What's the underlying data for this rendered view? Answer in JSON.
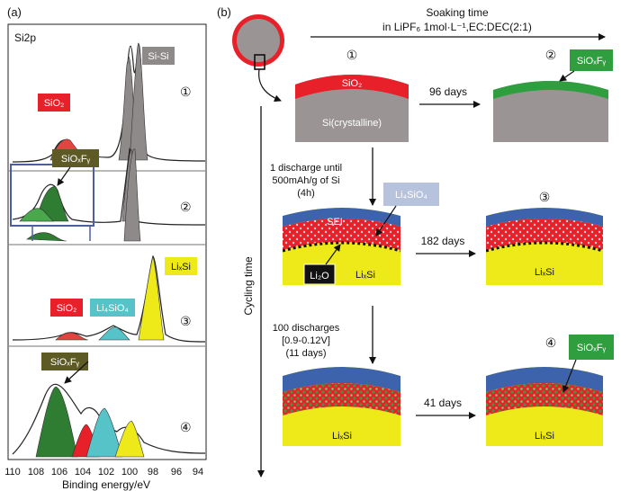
{
  "panel_a": {
    "label": "(a)",
    "spectrum_title": "Si2p",
    "x_axis_label": "Binding energy/eV",
    "x_ticks": [
      "110",
      "108",
      "106",
      "104",
      "102",
      "100",
      "98",
      "96",
      "94"
    ],
    "species": {
      "si_si": "Si-Si",
      "sio2_1": "SiO₂",
      "sioxfy_2": "SiOₓFᵧ",
      "lixsi_3": "LiₓSi",
      "sio2_3": "SiO₂",
      "li4sio4_3": "Li₄SiO₄",
      "sioxfy_4": "SiOₓFᵧ"
    },
    "steps": [
      "①",
      "②",
      "③",
      "④"
    ]
  },
  "panel_b": {
    "label": "(b)",
    "soaking_title": "Soaking time",
    "soaking_subtitle": "in LiPF₆ 1mol·L⁻¹,EC:DEC(2:1)",
    "cycling_label": "Cycling time",
    "step1": {
      "num": "①",
      "coating": "SiO₂",
      "core": "Si(crystalline)"
    },
    "arrow_96": "96 days",
    "step2": {
      "num": "②",
      "tag": "SiOₓFᵧ"
    },
    "discharge1": [
      "1 discharge until",
      "500mAh/g of Si",
      "(4h)"
    ],
    "step3": {
      "tag_li4sio4": "Li₄SiO₄",
      "sei": "SEI",
      "li2o": "Li₂O",
      "core": "LiₓSi"
    },
    "arrow_182": "182 days",
    "step3b": {
      "num": "③",
      "core": "LiₓSi"
    },
    "discharge100": [
      "100 discharges",
      "[0.9-0.12V]",
      "(11 days)"
    ],
    "step4a": {
      "core": "LiₓSi"
    },
    "arrow_41": "41 days",
    "step4b": {
      "num": "④",
      "tag": "SiOₓFᵧ",
      "core": "LiₓSi"
    }
  },
  "colors": {
    "sio2_red": "#e8202a",
    "sioxfy_green": "#2e9e3e",
    "si_gray": "#9a9494",
    "sei_blue": "#3e63ad",
    "lixsi_yellow": "#eeea1a",
    "li4sio4_cyan": "#56c3c8",
    "tag_lavender": "#b7c3dc",
    "tag_olive": "#5e5a26",
    "li2o_black": "#111111",
    "step_frame": "#4a5fa0"
  }
}
